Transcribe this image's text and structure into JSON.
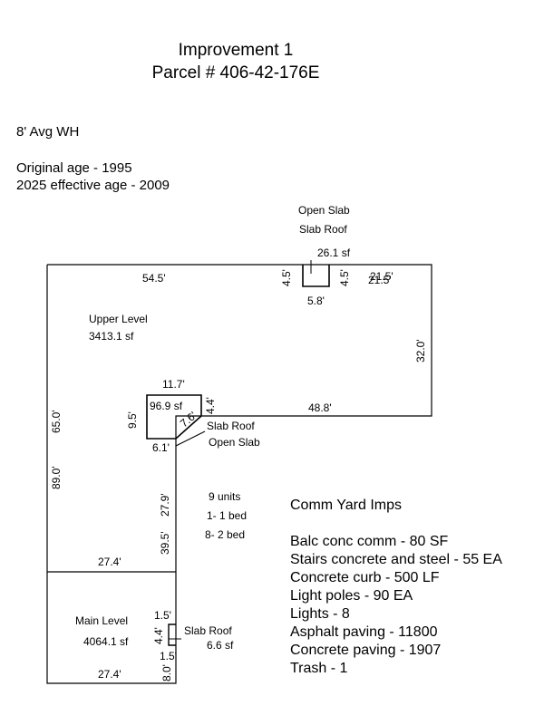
{
  "header": {
    "title": "Improvement 1",
    "parcel": "Parcel # 406-42-176E"
  },
  "info": {
    "wall_height": "8' Avg WH",
    "original_age": "Original age - 1995",
    "effective_age": "2025 effective age - 2009"
  },
  "sketch": {
    "dim_top": "54.5'",
    "dim_top_right": "21.5'",
    "dim_top_right_overlap": "21.5'",
    "dim_right": "32.0'",
    "dim_inner_horizontal": "48.8'",
    "dim_left_upper": "65.0'",
    "dim_left_lower": "89.0'",
    "dim_mid_width": "27.4'",
    "dim_bottom_width": "27.4'",
    "dim_inner_vertical_upper": "27.9'",
    "dim_inner_vertical_lower": "39.5'",
    "dim_bottom_right": "8.0'",
    "upper_level": {
      "name": "Upper Level",
      "area": "3413.1 sf"
    },
    "main_level": {
      "name": "Main Level",
      "area": "4064.1 sf"
    },
    "open_slab_top": {
      "label_1": "Open Slab",
      "label_2": "Slab Roof",
      "area": "26.1 sf",
      "dim_left": "4.5'",
      "dim_right": "4.5'",
      "dim_bottom": "5.8'"
    },
    "mid_slab": {
      "area": "96.9 sf",
      "dim_top": "11.7'",
      "dim_left": "9.5'",
      "dim_bottom": "6.1'",
      "dim_right": "4.4'",
      "dim_diag": "7.6'",
      "label_1": "Slab Roof",
      "label_2": "Open Slab"
    },
    "units": {
      "count": "9 units",
      "one_bed": "1- 1 bed",
      "two_bed": "8- 2 bed"
    },
    "small_slab": {
      "label": "Slab Roof",
      "area": "6.6 sf",
      "dim_top": "1.5'",
      "dim_side": "4.4'",
      "dim_bottom": "1.5'"
    }
  },
  "yard_imps": {
    "heading": "Comm Yard Imps",
    "items": [
      "Balc conc comm - 80 SF",
      "Stairs concrete and steel - 55 EA",
      "Concrete curb - 500 LF",
      "Light poles - 90 EA",
      "Lights - 8",
      "Asphalt paving - 11800",
      "Concrete paving - 1907",
      "Trash - 1"
    ]
  }
}
